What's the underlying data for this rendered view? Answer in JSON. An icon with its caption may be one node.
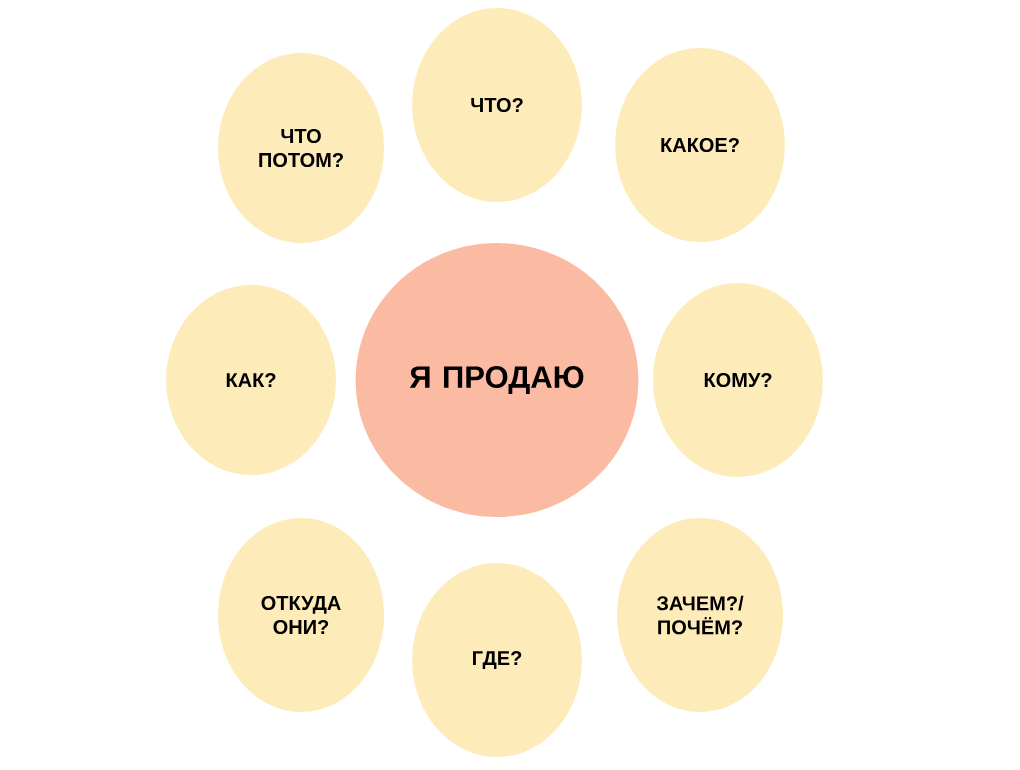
{
  "diagram": {
    "nodes": [
      {
        "text": [
          "ЧТО?"
        ]
      },
      {
        "text": [
          "ЧТО ПОТОМ?"
        ]
      },
      {
        "text": [
          "КАКОЕ?"
        ]
      },
      {
        "text": [
          "КАК?"
        ]
      },
      {
        "text": [
          "Я ПРОДАЮ"
        ]
      },
      {
        "text": [
          "КОМУ?"
        ]
      },
      {
        "text": [
          "ОТКУДА ОНИ?"
        ]
      },
      {
        "text": [
          "ЗАЧЕМ?/ ПОЧЁМ?"
        ]
      },
      {
        "text": [
          "ГДЕ?"
        ]
      }
    ]
  }
}
